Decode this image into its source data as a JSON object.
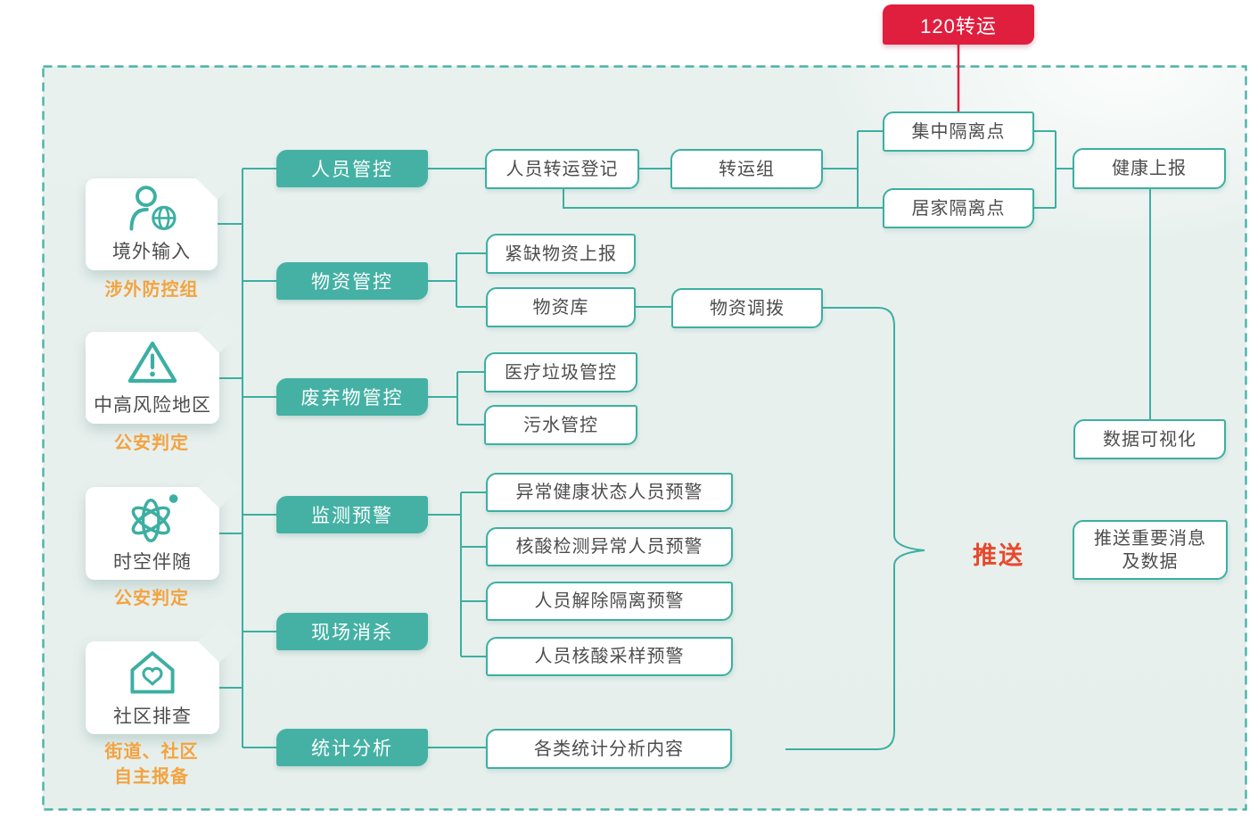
{
  "colors": {
    "teal_line": "#3cafa2",
    "teal_fill": "#45b1a4",
    "dashed_border": "#4ab3a6",
    "red_banner": "#e01e3e",
    "push_red": "#e7492d",
    "orange_annotation": "#f3a340",
    "node_text": "#4d4d4d",
    "panel_bg": "#e9f1ef"
  },
  "banner": {
    "label": "120转运"
  },
  "sources": [
    {
      "label": "境外输入",
      "annotation": "涉外防控组",
      "icon": "person-globe-icon"
    },
    {
      "label": "中高风险地区",
      "annotation": "公安判定",
      "icon": "warning-triangle-icon"
    },
    {
      "label": "时空伴随",
      "annotation": "公安判定",
      "icon": "atom-icon"
    },
    {
      "label": "社区排查",
      "annotation": "街道、社区\n自主报备",
      "icon": "house-heart-icon"
    }
  ],
  "categories": [
    {
      "label": "人员管控"
    },
    {
      "label": "物资管控"
    },
    {
      "label": "废弃物管控"
    },
    {
      "label": "监测预警"
    },
    {
      "label": "现场消杀"
    },
    {
      "label": "统计分析"
    }
  ],
  "nodes": {
    "transfer_registration": "人员转运登记",
    "transfer_group": "转运组",
    "central_quarantine": "集中隔离点",
    "home_quarantine": "居家隔离点",
    "health_report": "健康上报",
    "scarce_supplies_report": "紧缺物资上报",
    "supplies_warehouse": "物资库",
    "supplies_dispatch": "物资调拨",
    "medical_waste_control": "医疗垃圾管控",
    "sewage_control": "污水管控",
    "abnormal_health_warning": "异常健康状态人员预警",
    "nucleic_abnormal_warning": "核酸检测异常人员预警",
    "quarantine_release_warning": "人员解除隔离预警",
    "nucleic_sampling_warning": "人员核酸采样预警",
    "statistics_content": "各类统计分析内容",
    "data_visualization": "数据可视化",
    "push_messages": "推送重要消息\n及数据"
  },
  "push": {
    "label": "推送"
  }
}
